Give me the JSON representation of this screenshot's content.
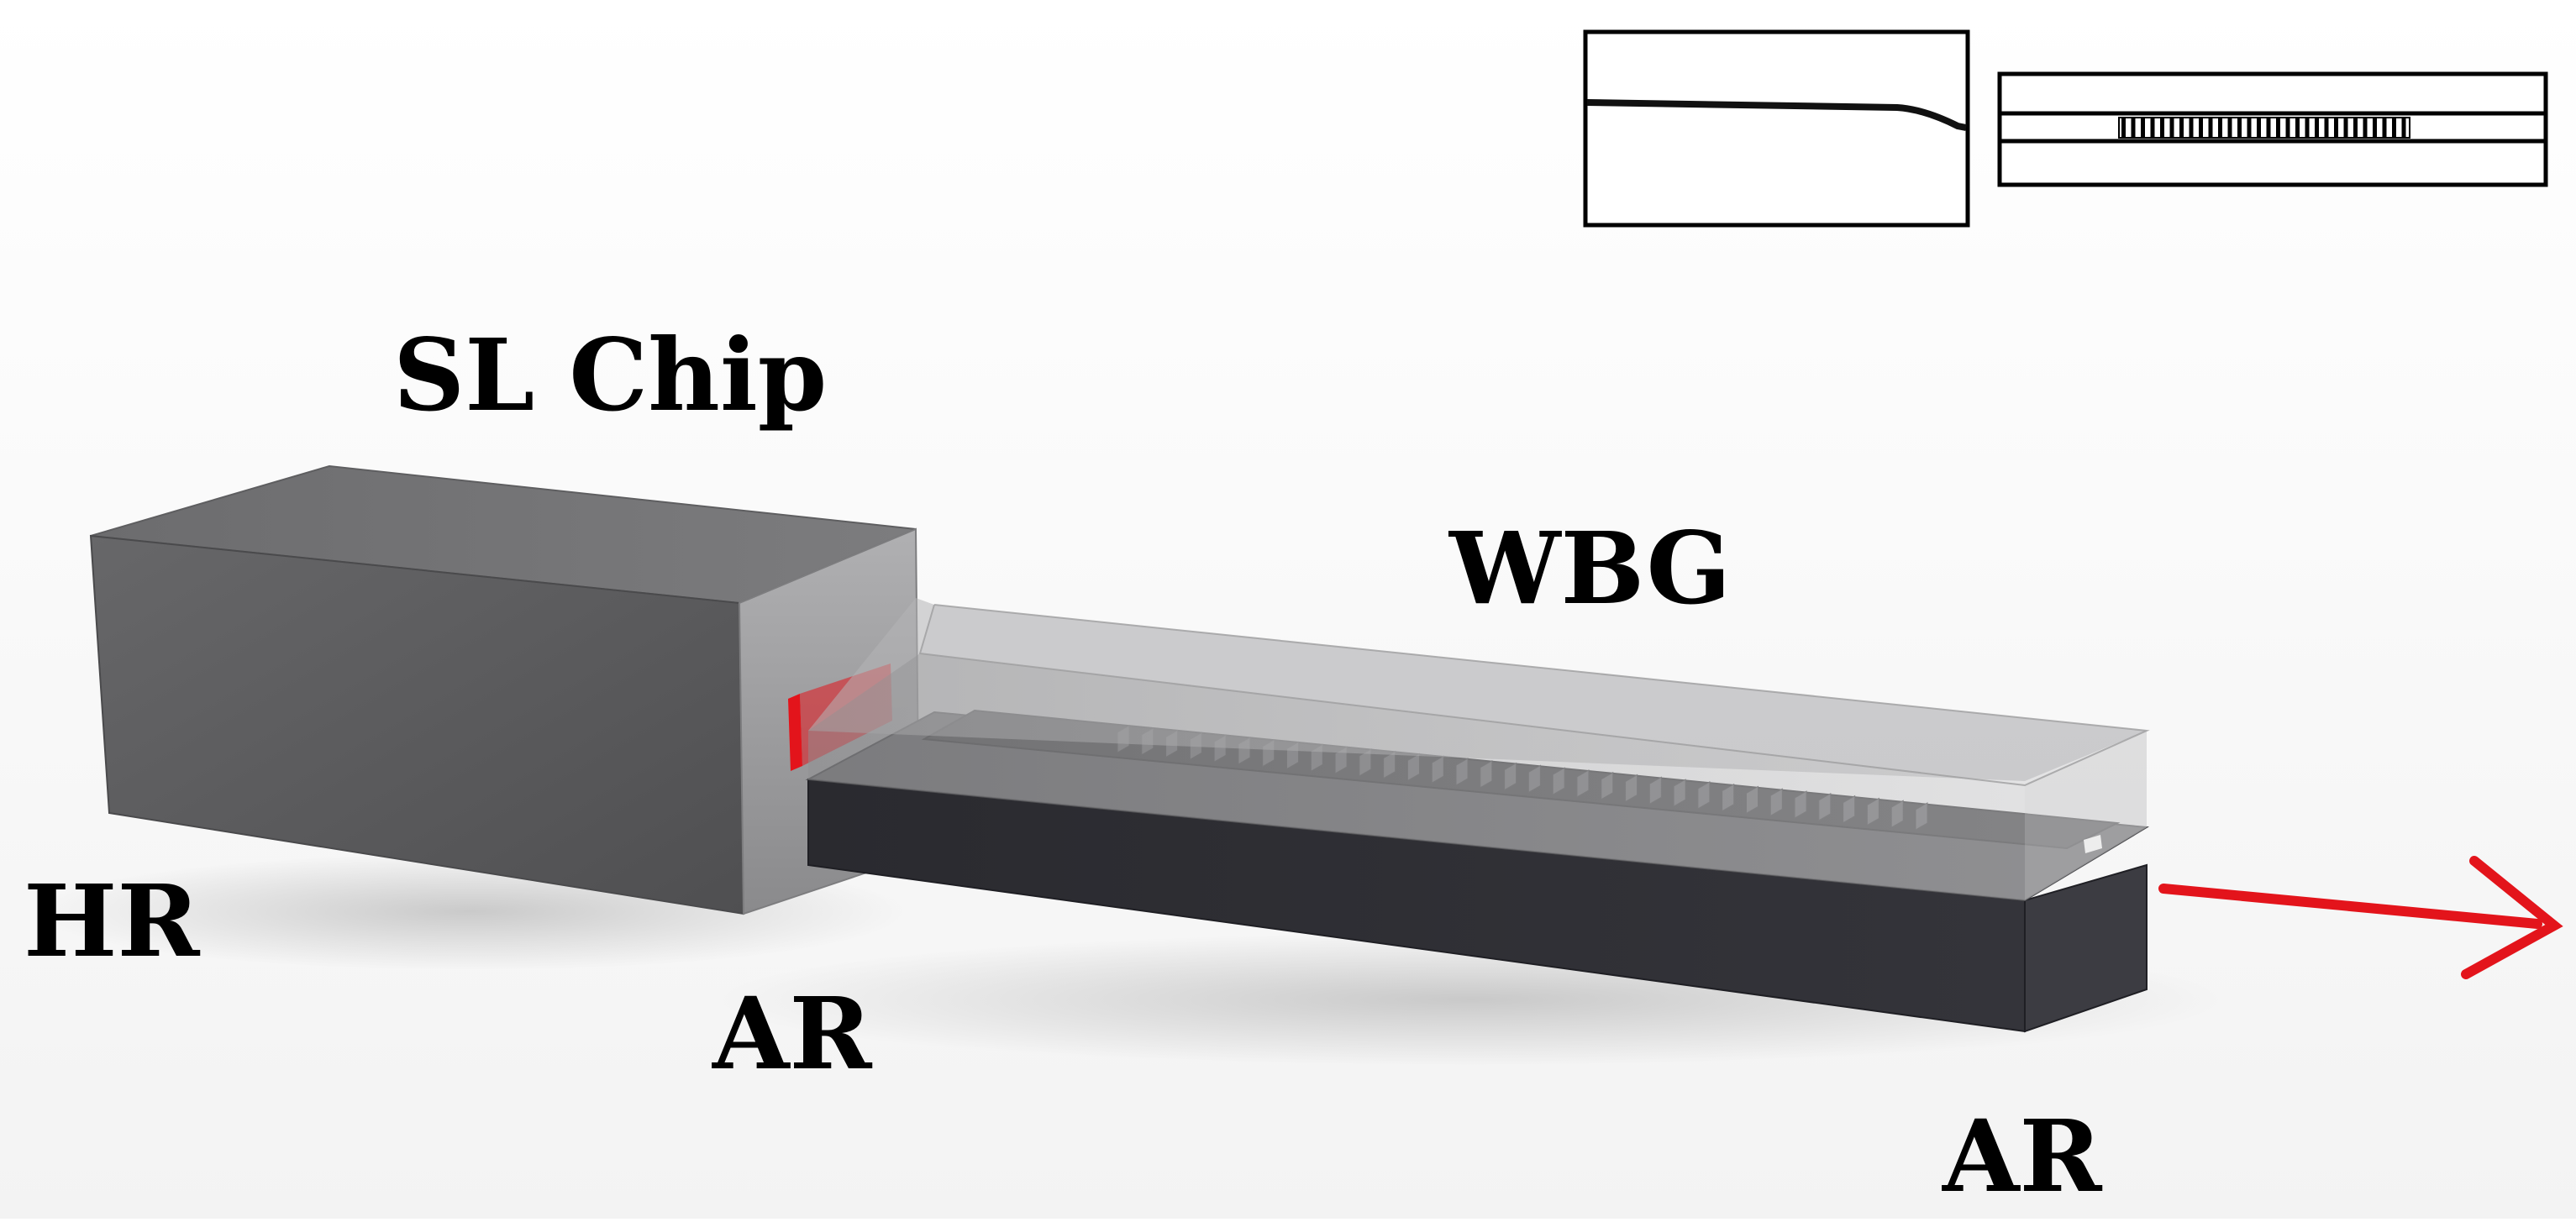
{
  "labels": {
    "sl_chip": "SL Chip",
    "wbg": "WBG",
    "hr": "HR",
    "ar_left": "AR",
    "ar_right": "AR"
  },
  "colors": {
    "background": "#ffffff",
    "chip_front": "#5a5a5c",
    "chip_top": "#727274",
    "chip_side": "#9a9a9c",
    "wbg_substrate": "#2e2e33",
    "wbg_cladding": "#a9a9ab",
    "laser_red": "#e3141b"
  }
}
